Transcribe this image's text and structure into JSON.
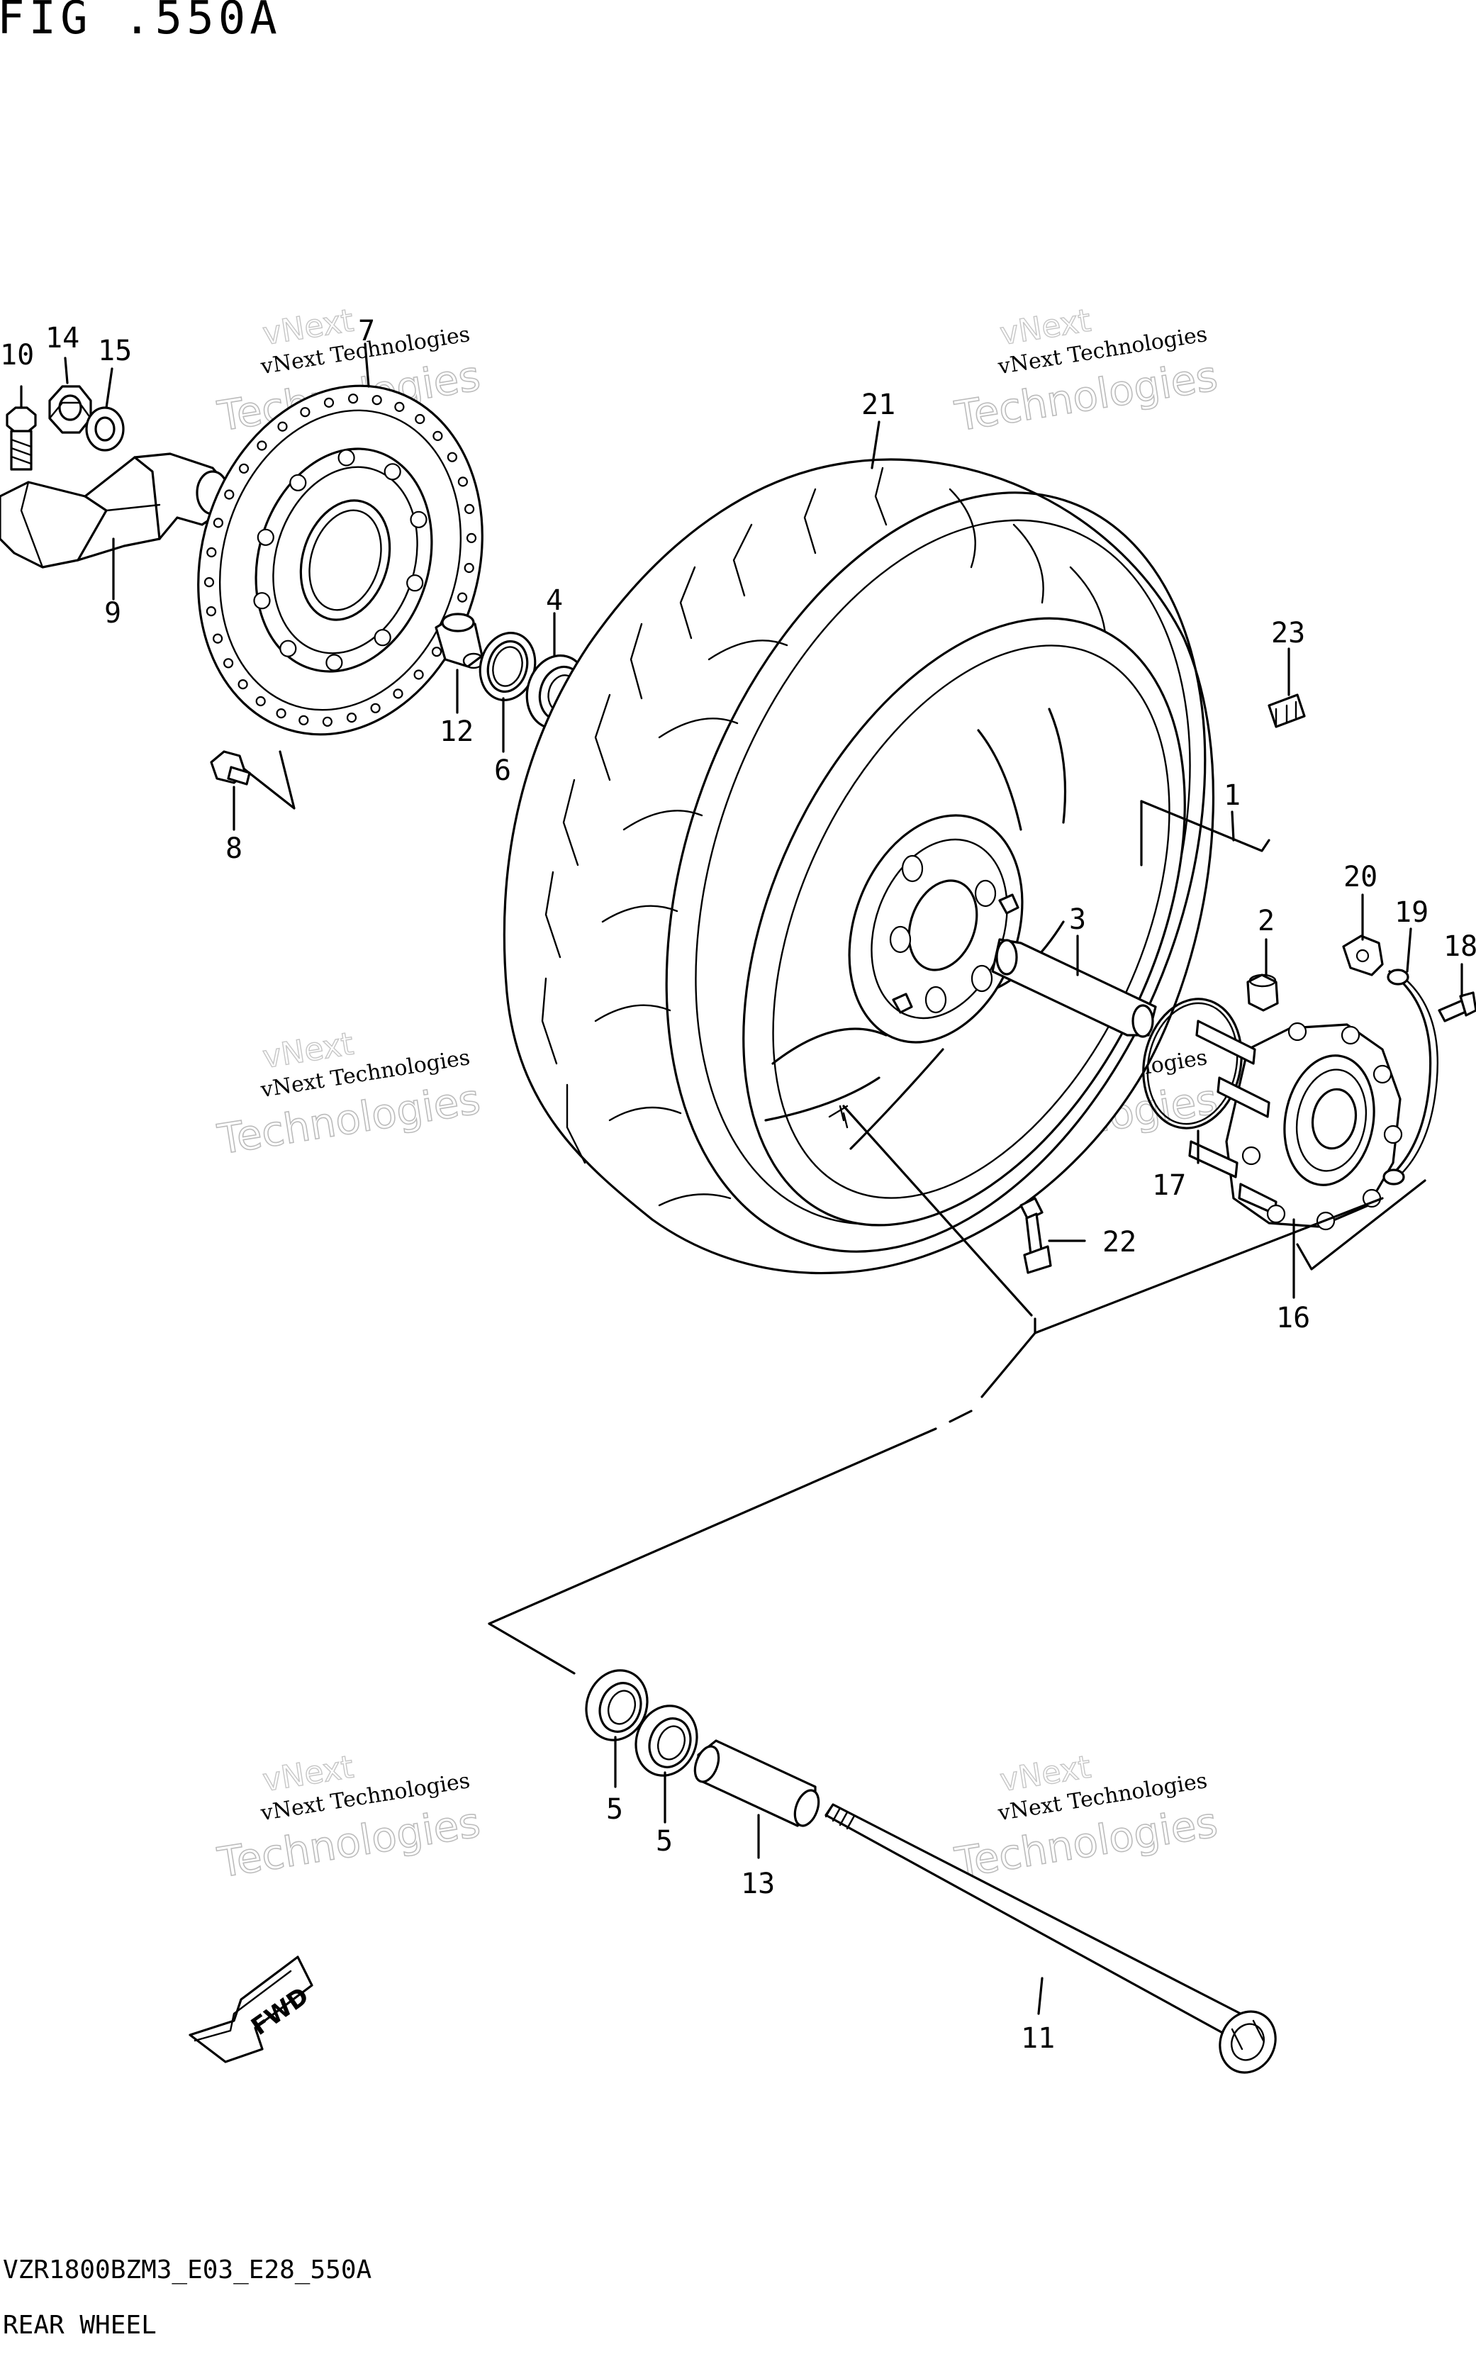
{
  "figure": {
    "title": "FIG .550A",
    "model_code": "VZR1800BZM3_E03_E28_550A",
    "section_name": "REAR WHEEL",
    "fwd_arrow_text": "FWD"
  },
  "watermark": {
    "line1": "vNext Technologies",
    "line2": "Technologies",
    "line3": "vNext"
  },
  "callouts": [
    {
      "number": "10",
      "part": "bolt"
    },
    {
      "number": "14",
      "part": "nut"
    },
    {
      "number": "15",
      "part": "washer"
    },
    {
      "number": "9",
      "part": "caliper bracket"
    },
    {
      "number": "7",
      "part": "brake disc"
    },
    {
      "number": "8",
      "part": "disc bolt"
    },
    {
      "number": "12",
      "part": "spacer"
    },
    {
      "number": "6",
      "part": "oil seal"
    },
    {
      "number": "4",
      "part": "bearing"
    },
    {
      "number": "21",
      "part": "tire"
    },
    {
      "number": "23",
      "part": "clip"
    },
    {
      "number": "1",
      "part": "wheel"
    },
    {
      "number": "2",
      "part": "damper"
    },
    {
      "number": "3",
      "part": "spacer"
    },
    {
      "number": "20",
      "part": "plate"
    },
    {
      "number": "19",
      "part": "retainer"
    },
    {
      "number": "18",
      "part": "screw"
    },
    {
      "number": "17",
      "part": "o-ring"
    },
    {
      "number": "22",
      "part": "valve"
    },
    {
      "number": "16",
      "part": "drive hub"
    },
    {
      "number": "5",
      "part": "bearing"
    },
    {
      "number": "5",
      "part": "bearing"
    },
    {
      "number": "13",
      "part": "spacer"
    },
    {
      "number": "11",
      "part": "axle"
    }
  ]
}
